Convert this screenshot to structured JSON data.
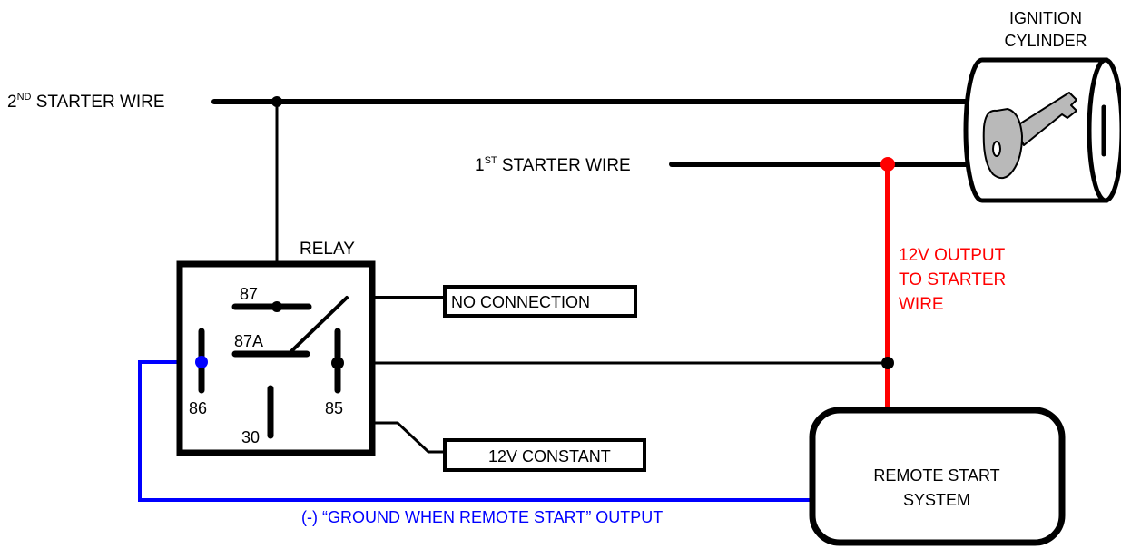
{
  "colors": {
    "wire": "#000000",
    "positive": "#ff0000",
    "ground": "#0000ff",
    "cylinder_body": "#ffffff",
    "key": "#b9b9b9"
  },
  "labels": {
    "ignition_line1": "IGNITION",
    "ignition_line2": "CYLINDER",
    "second_wire_prefix": "2",
    "second_wire_sup": "ND",
    "second_wire_suffix": " STARTER WIRE",
    "first_wire_prefix": "1",
    "first_wire_sup": "ST",
    "first_wire_suffix": " STARTER WIRE",
    "relay": "RELAY",
    "output_line1": "12V OUTPUT",
    "output_line2": "TO STARTER",
    "output_line3": "WIRE",
    "remote_line1": "REMOTE START",
    "remote_line2": "SYSTEM",
    "ground_output": "(-) “GROUND WHEN REMOTE START” OUTPUT"
  },
  "boxes": {
    "no_connection": "NO CONNECTION",
    "constant": "12V CONSTANT"
  },
  "pins": {
    "p87": "87",
    "p87a": "87A",
    "p86": "86",
    "p85": "85",
    "p30": "30"
  },
  "icons": {
    "ignition": "ignition-key-icon"
  }
}
